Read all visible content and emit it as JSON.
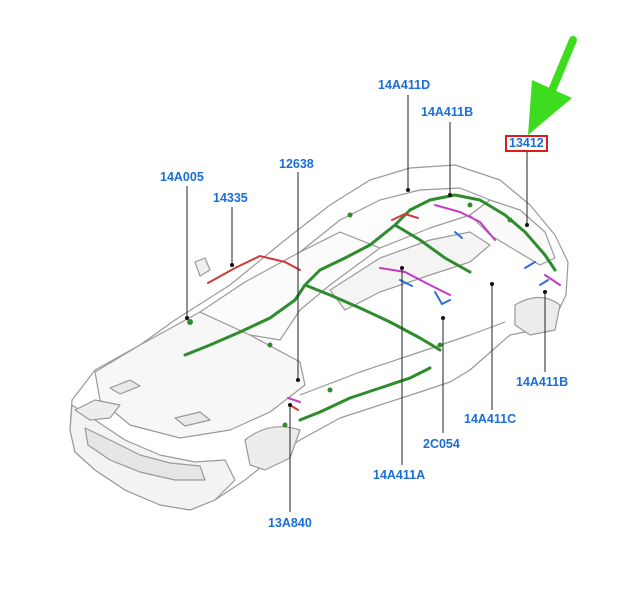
{
  "diagram": {
    "callouts": [
      {
        "id": "14A411D",
        "label": "14A411D"
      },
      {
        "id": "14A411B_top",
        "label": "14A411B"
      },
      {
        "id": "13412",
        "label": "13412",
        "highlighted": true
      },
      {
        "id": "14A005",
        "label": "14A005"
      },
      {
        "id": "14335",
        "label": "14335"
      },
      {
        "id": "12638",
        "label": "12638"
      },
      {
        "id": "14A411B_right",
        "label": "14A411B"
      },
      {
        "id": "14A411C",
        "label": "14A411C"
      },
      {
        "id": "2C054",
        "label": "2C054"
      },
      {
        "id": "14A411A",
        "label": "14A411A"
      },
      {
        "id": "13A840",
        "label": "13A840"
      }
    ]
  },
  "colors": {
    "callout_text": "#1a6fd6",
    "highlight_box": "#e01b1b",
    "pointer_arrow": "#3ddc1f",
    "harness_main": "#2e8b2e",
    "harness_red": "#d23a3a",
    "harness_magenta": "#c23cc2",
    "harness_blue": "#2f6fd6",
    "leader_line": "#222222",
    "car_outline": "#9a9a9a"
  }
}
